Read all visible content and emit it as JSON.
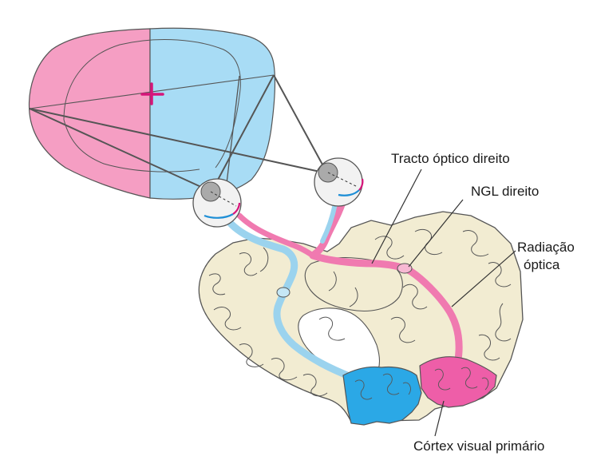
{
  "labels": {
    "optic_tract": "Tracto óptico direito",
    "lgn": "NGL direito",
    "optic_radiation_line1": "Radiação",
    "optic_radiation_line2": "óptica",
    "visual_cortex": "Córtex visual primário"
  },
  "colors": {
    "left_visual_field": "#f59ec3",
    "right_visual_field": "#a8dcf5",
    "pink_pathway": "#f07ab0",
    "blue_pathway": "#9bd3ee",
    "blue_cortex": "#2ba8e6",
    "pink_cortex": "#ee5ea8",
    "brain_tissue": "#f2ecd2",
    "fixation_cross": "#d6157a",
    "outline": "#555555"
  }
}
